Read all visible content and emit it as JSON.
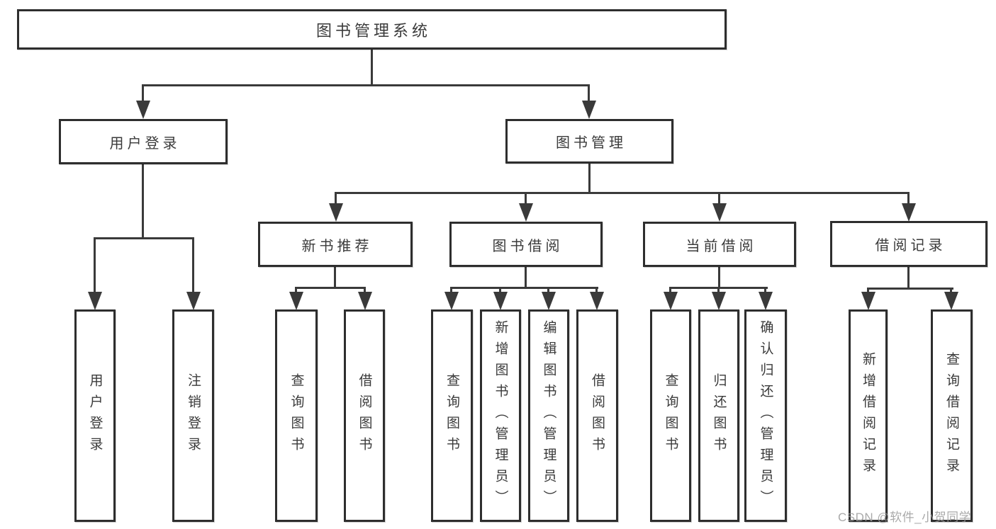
{
  "watermark": "CSDN @软件_小贺同学",
  "colors": {
    "line": "#3a3a3a",
    "box_border": "#2e2e2e",
    "text": "#3a3a3a",
    "watermark": "#9b9b9b",
    "background": "#ffffff"
  },
  "tree": {
    "root": {
      "label": "图书管理系统"
    },
    "children": [
      {
        "label": "用户登录",
        "children": [
          {
            "label": "用户登录"
          },
          {
            "label": "注销登录"
          }
        ]
      },
      {
        "label": "图书管理",
        "children": [
          {
            "label": "新书推荐",
            "children": [
              {
                "label": "查询图书"
              },
              {
                "label": "借阅图书"
              }
            ]
          },
          {
            "label": "图书借阅",
            "children": [
              {
                "label": "查询图书"
              },
              {
                "label": "新增图书（管理员）"
              },
              {
                "label": "编辑图书（管理员）"
              },
              {
                "label": "借阅图书"
              }
            ]
          },
          {
            "label": "当前借阅",
            "children": [
              {
                "label": "查询图书"
              },
              {
                "label": "归还图书"
              },
              {
                "label": "确认归还（管理员）"
              }
            ]
          },
          {
            "label": "借阅记录",
            "children": [
              {
                "label": "新增借阅记录"
              },
              {
                "label": "查询借阅记录"
              }
            ]
          }
        ]
      }
    ]
  }
}
